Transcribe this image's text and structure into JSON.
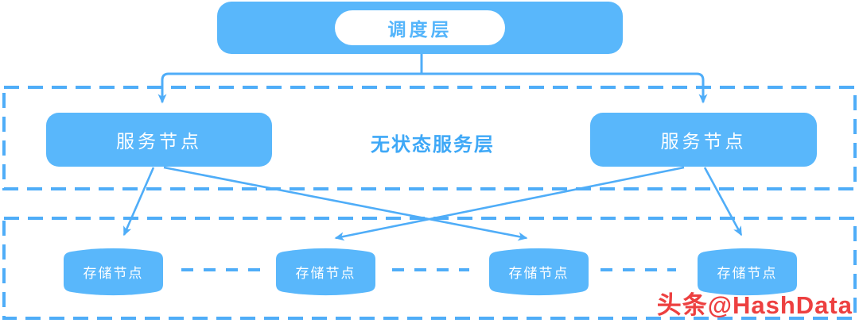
{
  "scheduler": {
    "label": "调度层"
  },
  "service_layer": {
    "title": "无状态服务层",
    "nodes": [
      {
        "label": "服务节点"
      },
      {
        "label": "服务节点"
      }
    ]
  },
  "storage_layer": {
    "nodes": [
      {
        "label": "存储节点"
      },
      {
        "label": "存储节点"
      },
      {
        "label": "存储节点"
      },
      {
        "label": "存储节点"
      }
    ]
  },
  "edges": [
    {
      "from": "scheduler",
      "to": "service-node-left"
    },
    {
      "from": "scheduler",
      "to": "service-node-right"
    },
    {
      "from": "service-node-left",
      "to": "storage-node-1"
    },
    {
      "from": "service-node-left",
      "to": "storage-node-3"
    },
    {
      "from": "service-node-right",
      "to": "storage-node-2"
    },
    {
      "from": "service-node-right",
      "to": "storage-node-4"
    }
  ],
  "watermark": {
    "text": "头条@HashData"
  },
  "colors": {
    "node_fill": "#59B7FB",
    "line": "#4FADF8",
    "layer_title_text": "#3EA8F7",
    "scheduler_text": "#54B5FB",
    "node_text": "#FFFFFF",
    "watermark": "#ED4040",
    "background": "#FFFFFF"
  }
}
